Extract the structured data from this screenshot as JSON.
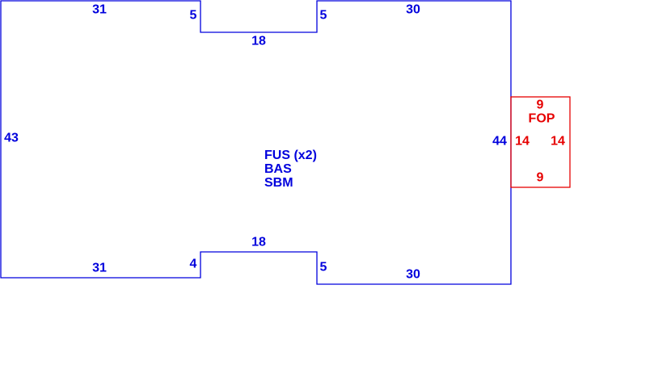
{
  "colors": {
    "main": "#0000dd",
    "fop": "#e60000"
  },
  "main_shape": {
    "edges": {
      "top_left": "31",
      "top_notch_left": "5",
      "top_notch": "18",
      "top_notch_right": "5",
      "top_right": "30",
      "left": "43",
      "right": "44",
      "bottom_left": "31",
      "bottom_notch_left": "4",
      "bottom_notch": "18",
      "bottom_notch_right": "5",
      "bottom_right": "30"
    },
    "labels": [
      "FUS (x2)",
      "BAS",
      "SBM"
    ]
  },
  "fop_shape": {
    "label": "FOP",
    "edges": {
      "top": "9",
      "left": "14",
      "right": "14",
      "bottom": "9"
    }
  }
}
